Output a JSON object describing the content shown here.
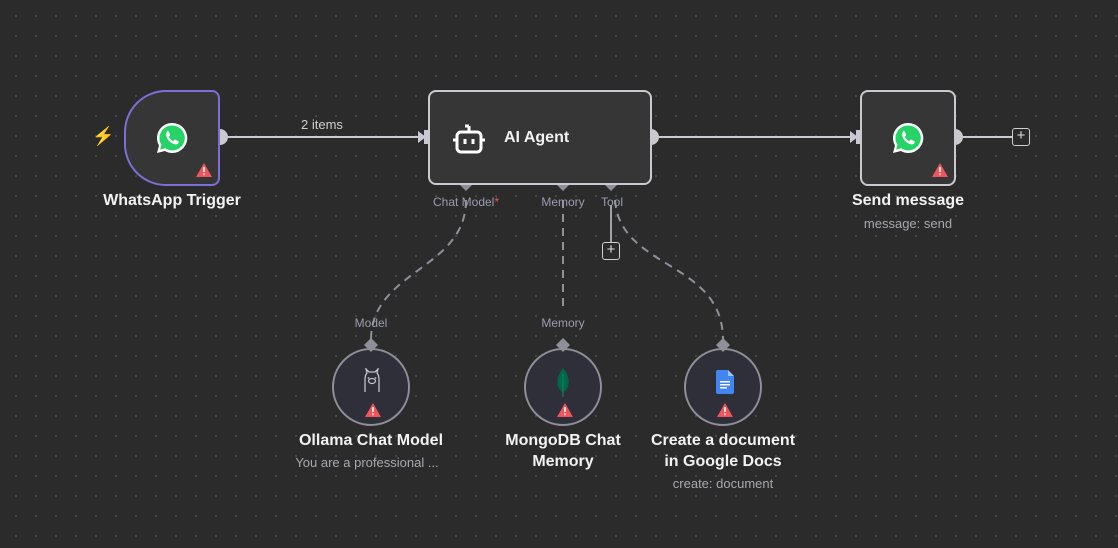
{
  "nodes": {
    "whatsapp_trigger": {
      "title": "WhatsApp Trigger"
    },
    "ai_agent": {
      "title": "AI Agent",
      "ports": {
        "chat_model": "Chat Model",
        "required_mark": "*",
        "memory": "Memory",
        "tool": "Tool"
      }
    },
    "send_message": {
      "title": "Send message",
      "subtitle": "message: send"
    },
    "ollama": {
      "title": "Ollama Chat Model",
      "subtitle": "You are a professional ...",
      "port": "Model"
    },
    "mongodb": {
      "title_line1": "MongoDB Chat",
      "title_line2": "Memory",
      "port": "Memory"
    },
    "google_docs": {
      "title_line1": "Create a document",
      "title_line2": "in Google Docs",
      "subtitle": "create: document"
    }
  },
  "edges": {
    "trigger_to_agent_label": "2 items"
  },
  "buttons": {
    "plus": "+"
  },
  "colors": {
    "trigger_border": "#7c6fd6",
    "warning": "#f0545c",
    "whatsapp": "#25d366",
    "mongodb": "#00684a",
    "gdocs": "#4285f4"
  }
}
